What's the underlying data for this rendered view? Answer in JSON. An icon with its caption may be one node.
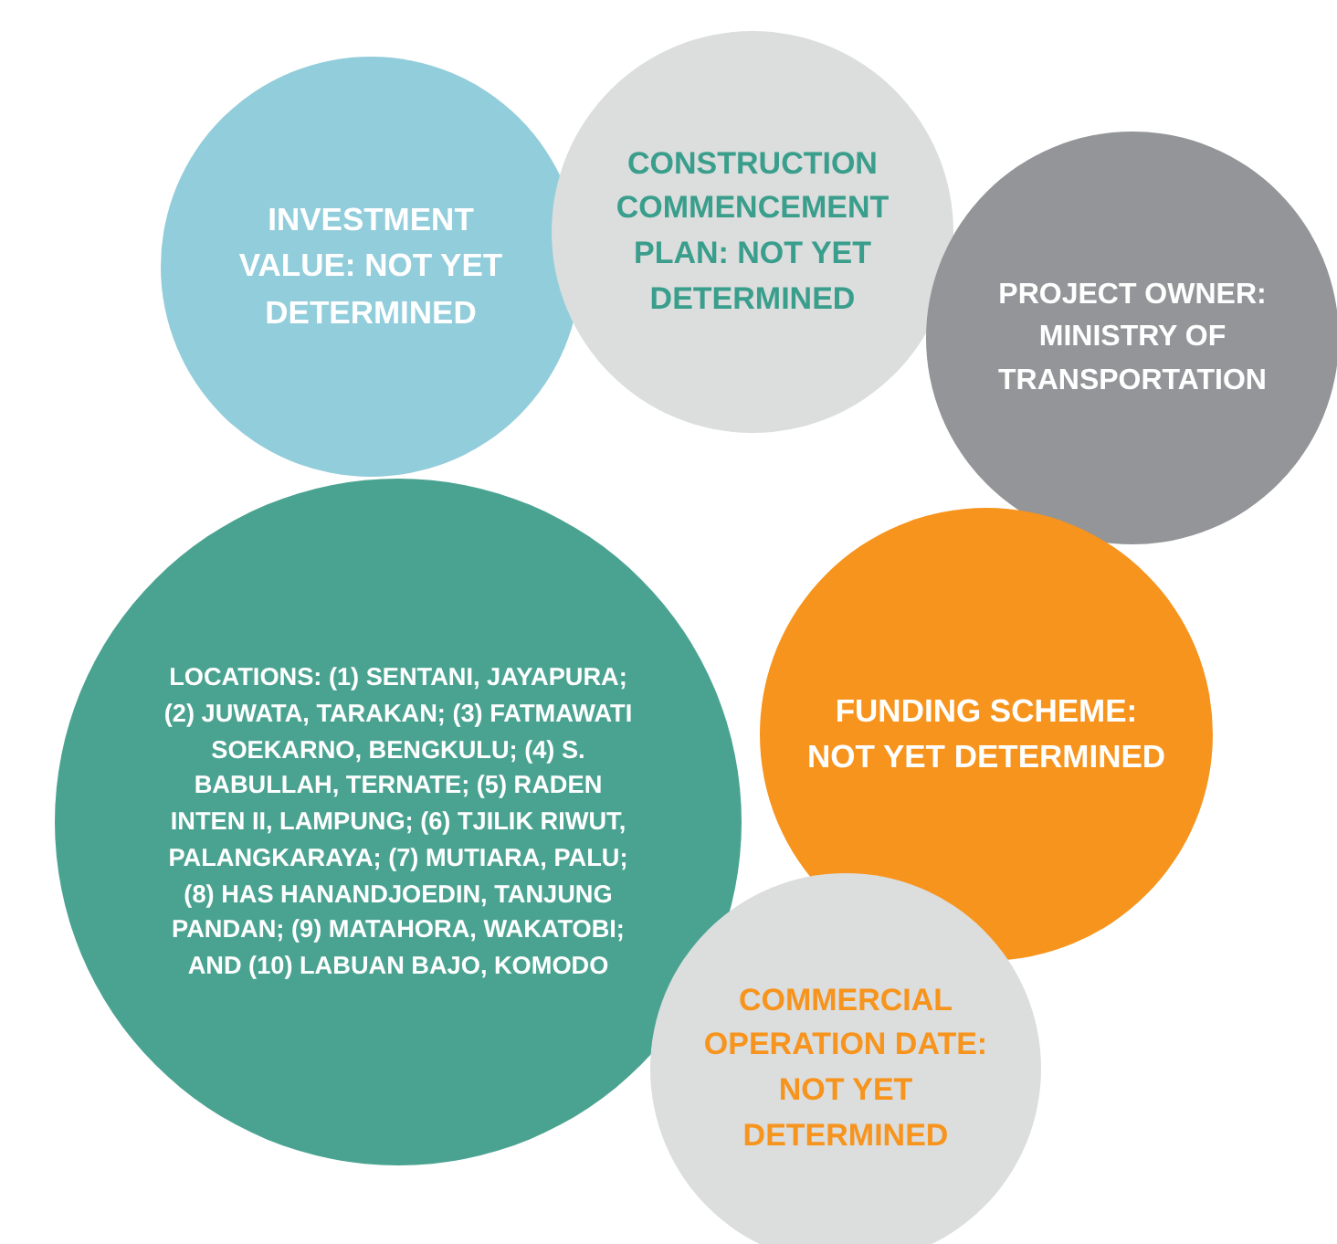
{
  "diagram": {
    "nodes": [
      {
        "text": [
          "INVESTMENT VALUE: NOT YET DETERMINED"
        ]
      },
      {
        "text": [
          "CONSTRUCTION COMMENCEMENT PLAN: NOT YET DETERMINED"
        ]
      },
      {
        "text": [
          "PROJECT OWNER: MINISTRY OF TRANSPORTATION"
        ]
      },
      {
        "text": [
          "LOCATIONS: (1) SENTANI, JAYAPURA; (2) JUWATA, TARAKAN; (3) FATMAWATI SOEKARNO, BENGKULU; (4) S. BABULLAH, TERNATE; (5) RADEN INTEN II, LAMPUNG; (6) TJILIK RIWUT, PALANGKARAYA; (7) MUTIARA, PALU; (8) HAS HANANDJOEDIN, TANJUNG PANDAN; (9) MATAHORA, WAKATOBI; AND (10) LABUAN BAJO, KOMODO"
        ]
      },
      {
        "text": [
          "FUNDING SCHEME: NOT YET DETERMINED"
        ]
      },
      {
        "text": [
          "COMMERCIAL OPERATION DATE: NOT YET DETERMINED"
        ]
      }
    ]
  }
}
